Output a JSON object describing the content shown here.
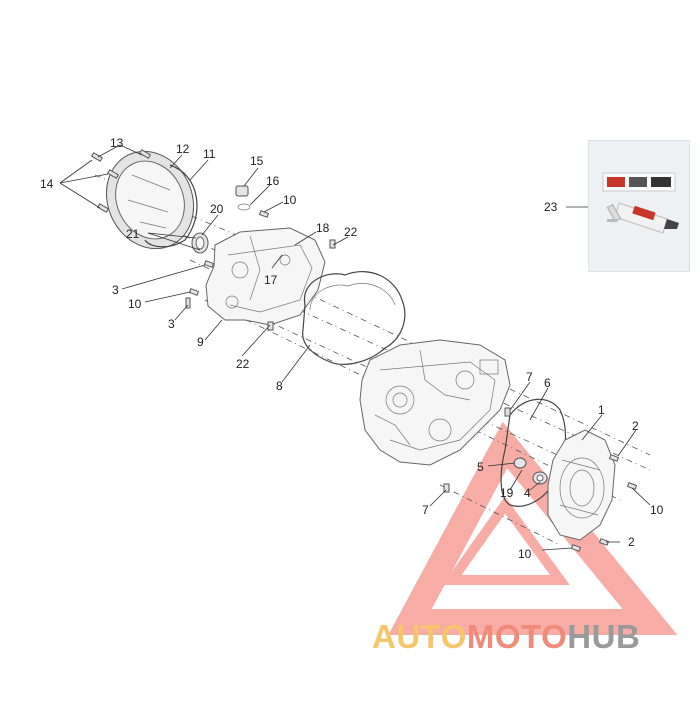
{
  "diagram": {
    "callouts": [
      "1",
      "2",
      "2",
      "3",
      "3",
      "4",
      "5",
      "6",
      "7",
      "7",
      "8",
      "9",
      "10",
      "10",
      "10",
      "10",
      "11",
      "12",
      "13",
      "14",
      "15",
      "16",
      "17",
      "18",
      "19",
      "20",
      "21",
      "22",
      "22",
      "23"
    ]
  },
  "brand": {
    "part1": "AUTO",
    "part2": "MOTO",
    "part3": "HUB",
    "colors": {
      "auto": "#f6c66c",
      "moto": "#f08a7a",
      "hub": "#9a9a9a",
      "triangle": "#f26b5f"
    }
  }
}
